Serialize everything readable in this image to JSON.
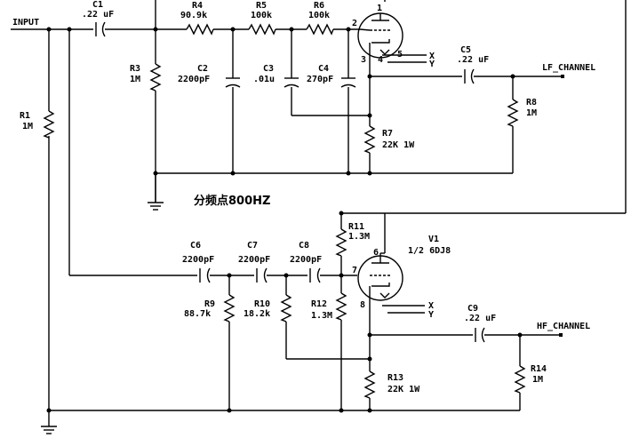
{
  "net_labels": {
    "input": "INPUT",
    "lf_channel": "LF_CHANNEL",
    "hf_channel": "HF_CHANNEL"
  },
  "crossover_note": "分频点800HZ",
  "parts": {
    "c1": {
      "ref": "C1",
      "value": ".22 uF"
    },
    "r1": {
      "ref": "R1",
      "value": "1M"
    },
    "r3": {
      "ref": "R3",
      "value": "1M"
    },
    "r4": {
      "ref": "R4",
      "value": "90.9k"
    },
    "r5": {
      "ref": "R5",
      "value": "100k"
    },
    "r6": {
      "ref": "R6",
      "value": "100k"
    },
    "c2": {
      "ref": "C2",
      "value": "2200pF"
    },
    "c3": {
      "ref": "C3",
      "value": ".01u"
    },
    "c4": {
      "ref": "C4",
      "value": "270pF"
    },
    "r7": {
      "ref": "R7",
      "value": "22K 1W"
    },
    "c5": {
      "ref": "C5",
      "value": ".22 uF"
    },
    "r8": {
      "ref": "R8",
      "value": "1M"
    },
    "r11": {
      "ref": "R11",
      "value": "1.3M"
    },
    "c6": {
      "ref": "C6",
      "value": "2200pF"
    },
    "c7": {
      "ref": "C7",
      "value": "2200pF"
    },
    "c8": {
      "ref": "C8",
      "value": "2200pF"
    },
    "r9": {
      "ref": "R9",
      "value": "88.7k"
    },
    "r10": {
      "ref": "R10",
      "value": "18.2k"
    },
    "r12": {
      "ref": "R12",
      "value": "1.3M"
    },
    "r13": {
      "ref": "R13",
      "value": "22K 1W"
    },
    "c9": {
      "ref": "C9",
      "value": ".22 uF"
    },
    "r14": {
      "ref": "R14",
      "value": "1M"
    }
  },
  "tube_top": {
    "pins": {
      "plate": "1",
      "grid": "2",
      "cathode": "3",
      "h1": "4",
      "h2": "5"
    },
    "heater": {
      "x": "X",
      "y": "Y"
    }
  },
  "tube_bottom": {
    "ref": "V1",
    "type": "1/2 6DJ8",
    "pins": {
      "plate": "6",
      "grid": "7",
      "cathode": "8"
    },
    "heater": {
      "x": "X",
      "y": "Y"
    }
  }
}
